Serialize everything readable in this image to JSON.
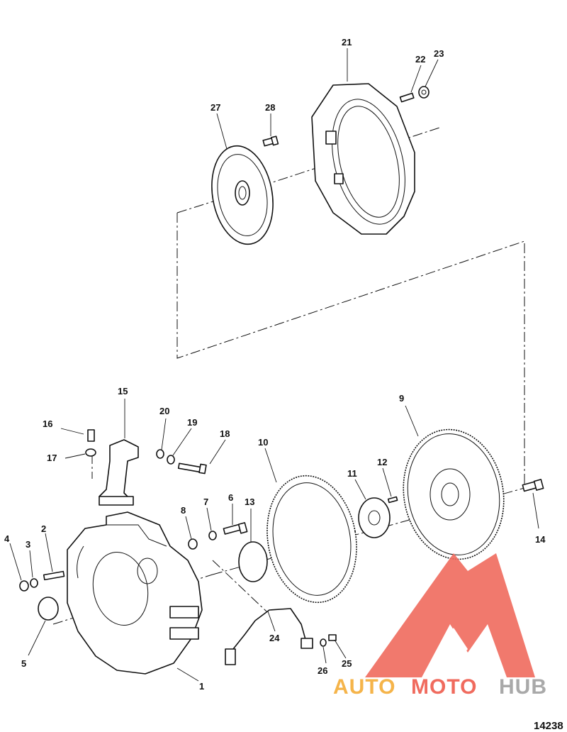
{
  "figure_number": "14238",
  "watermark": {
    "brand_a": "AUTO",
    "brand_b": "MOTO",
    "brand_c": "HUB",
    "color_primary": "#f06b5e",
    "color_secondary": "#f5b44a",
    "color_tertiary": "#a9a9a9"
  },
  "callouts": [
    "1",
    "2",
    "3",
    "4",
    "5",
    "6",
    "7",
    "8",
    "9",
    "10",
    "11",
    "12",
    "13",
    "14",
    "15",
    "16",
    "17",
    "18",
    "19",
    "20",
    "21",
    "22",
    "23",
    "24",
    "25",
    "26",
    "27",
    "28"
  ]
}
